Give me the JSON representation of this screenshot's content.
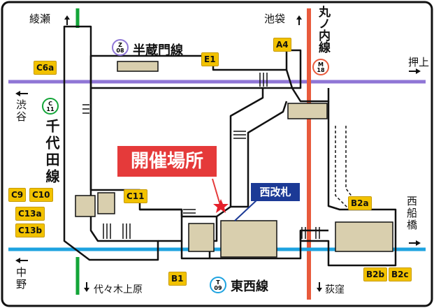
{
  "map": {
    "venue_label": "開催場所",
    "ticket_gate_label": "西改札",
    "lines": {
      "hanzomon": {
        "name": "半蔵門線",
        "code_letter": "Z",
        "code_number": "08",
        "color": "#8f76d6"
      },
      "marunouchi": {
        "name": "丸ノ内線",
        "code_letter": "M",
        "code_number": "18",
        "color": "#e85a3c"
      },
      "chiyoda": {
        "name": "千代田線",
        "code_letter": "C",
        "code_number": "11",
        "color": "#13a538"
      },
      "tozai": {
        "name": "東西線",
        "code_letter": "T",
        "code_number": "09",
        "color": "#1ea3e0"
      }
    },
    "directions": {
      "ayase": "綾瀬",
      "ikebukuro": "池袋",
      "oshiage": "押上",
      "shibuya": "渋谷",
      "nishifunabashi": "西船橋",
      "nakano": "中野",
      "yoyogiuehara": "代々木上原",
      "ogikubo": "荻窪"
    },
    "exits": [
      "C6a",
      "E1",
      "A4",
      "C9",
      "C10",
      "C11",
      "C13a",
      "C13b",
      "B1",
      "B2a",
      "B2b",
      "B2c"
    ],
    "colors": {
      "exit_fill": "#f2c200",
      "venue": "#e53a3a",
      "gate": "#1c3a96",
      "star": "#e5202a",
      "corridor": "#d9cfae"
    }
  }
}
